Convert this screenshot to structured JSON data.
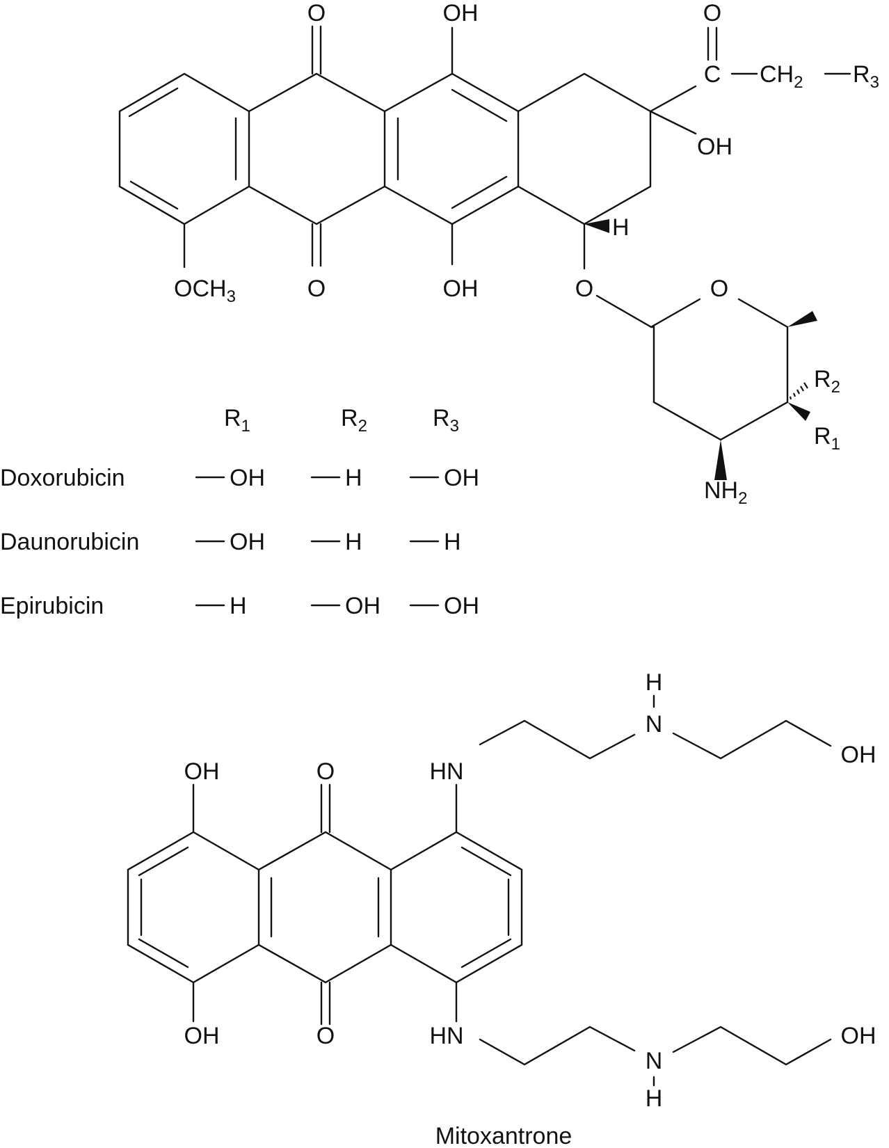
{
  "anthracyclines": {
    "substituent_labels": {
      "r1": [
        "R",
        "1"
      ],
      "r2": [
        "R",
        "2"
      ],
      "r3": [
        "R",
        "3"
      ]
    },
    "atom_labels": {
      "quinone_o_top": "O",
      "quinone_o_bottom": "O",
      "oh_top": "OH",
      "oh_bottom": "OH",
      "ketone_o": "O",
      "carbonyl_c": "C",
      "ch2": [
        "CH",
        "2"
      ],
      "r3": [
        "R",
        "3"
      ],
      "oh_c9": "OH",
      "h_c7": "H",
      "och3": [
        "OCH",
        "3"
      ],
      "glycoside_o": "O",
      "ring_o": "O",
      "r2_sugar": [
        "R",
        "2"
      ],
      "r1_sugar": [
        "R",
        "1"
      ],
      "nh2": [
        "NH",
        "2"
      ]
    },
    "table": {
      "headers": [
        [
          "R",
          "1"
        ],
        [
          "R",
          "2"
        ],
        [
          "R",
          "3"
        ]
      ],
      "rows": [
        {
          "name": "Doxorubicin",
          "r1": "OH",
          "r2": "H",
          "r3": "OH"
        },
        {
          "name": "Daunorubicin",
          "r1": "OH",
          "r2": "H",
          "r3": "H"
        },
        {
          "name": "Epirubicin",
          "r1": "H",
          "r2": "OH",
          "r3": "OH"
        }
      ]
    }
  },
  "mitoxantrone": {
    "atom_labels": {
      "oh_top_left": "OH",
      "o_top": "O",
      "hn_top": "HN",
      "n_top": "N",
      "h_top": "H",
      "oh_top_right": "OH",
      "oh_bottom_left": "OH",
      "o_bottom": "O",
      "hn_bottom": "HN",
      "n_bottom": "N",
      "h_bottom": "H",
      "oh_bottom_right": "OH"
    },
    "name": "Mitoxantrone"
  }
}
